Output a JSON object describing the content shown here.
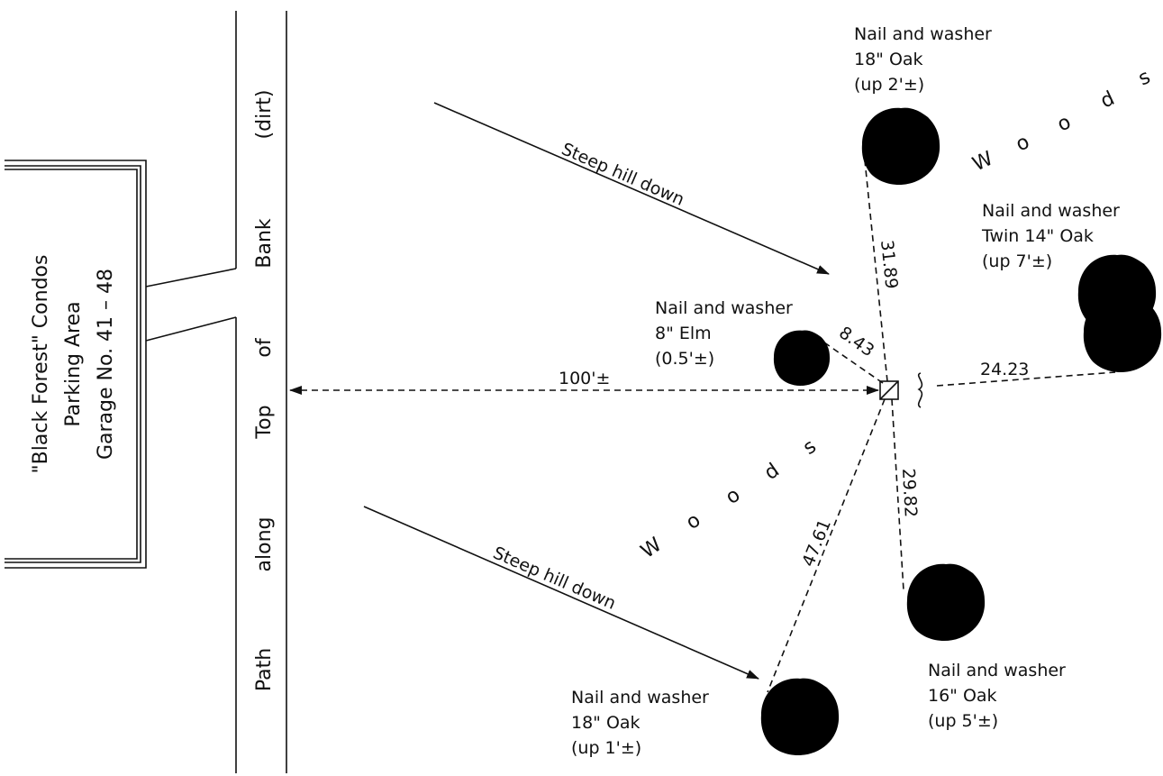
{
  "building": {
    "line1": "\"Black Forest\" Condos",
    "line2": "Parking    Area",
    "line3": "Garage No.  41  –  48"
  },
  "path_label": {
    "word1": "Path",
    "word2": "along",
    "word3": "Top",
    "word4": "of",
    "word5": "Bank",
    "word6": "(dirt)"
  },
  "slopes": {
    "upper": "Steep hill down",
    "lower": "Steep hill down"
  },
  "woods": {
    "upper": [
      "W",
      "o",
      "o",
      "d",
      "s"
    ],
    "lower": [
      "W",
      "o",
      "o",
      "d",
      "s"
    ]
  },
  "trees": {
    "top_oak": {
      "line1": "Nail and washer",
      "line2": "18\"  Oak",
      "line3": "(up  2'±)"
    },
    "twin_oak": {
      "line1": "Nail and washer",
      "line2": "Twin  14\"  Oak",
      "line3": "(up  7'±)"
    },
    "elm": {
      "line1": "Nail and washer",
      "line2": "8\"  Elm",
      "line3": "(0.5'±)"
    },
    "bottom_oak_right": {
      "line1": "Nail and washer",
      "line2": "16\"  Oak",
      "line3": "(up  5'±)"
    },
    "bottom_oak_left": {
      "line1": "Nail and washer",
      "line2": "18\"  Oak",
      "line3": "(up  1'±)"
    }
  },
  "dimensions": {
    "to_path": "100'±",
    "to_top_oak": "31.89",
    "to_elm": "8.43",
    "to_twin_oak": "24.23",
    "to_oak_16": "29.82",
    "to_oak_18_lower": "47.61"
  }
}
